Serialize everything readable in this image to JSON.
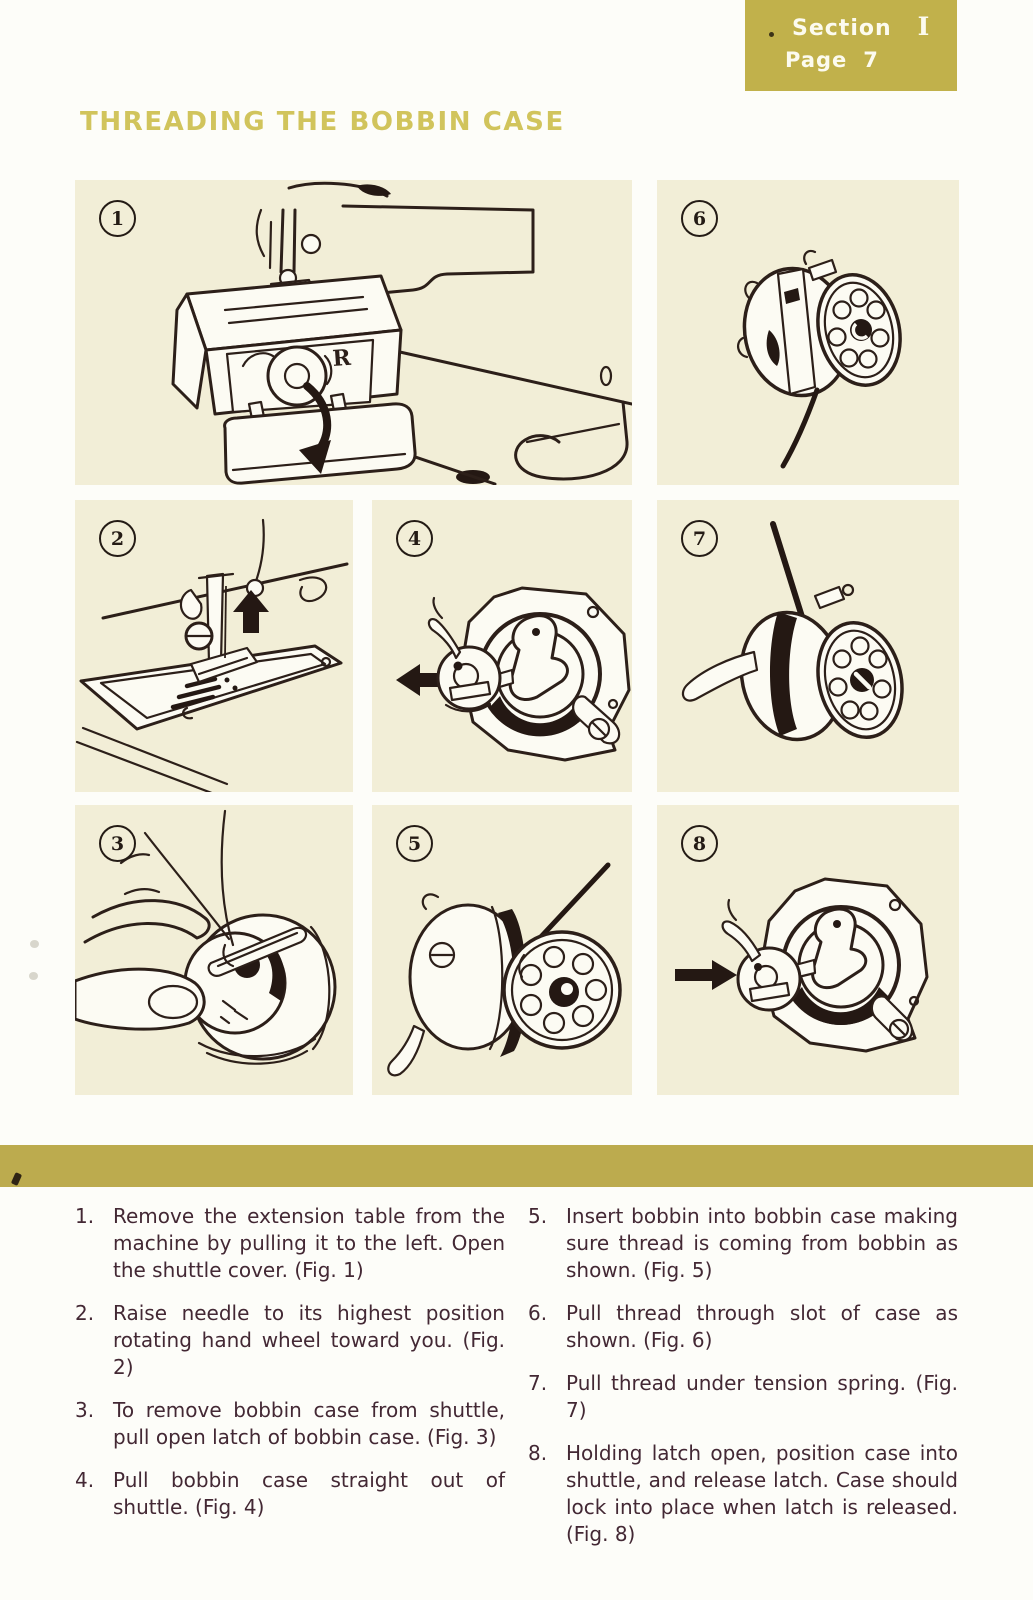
{
  "colors": {
    "page_bg": "#fdfdf9",
    "panel_bg": "#f2eed7",
    "divider_gold": "#bcab4e",
    "badge_gold": "#c1b14b",
    "title_yellow": "#d1c45c",
    "body_text": "#432834",
    "illustration_ink": "#2c1f19"
  },
  "header_badge": {
    "section_word": "Section",
    "section_numeral": "I",
    "page_word": "Page",
    "page_number": "7"
  },
  "page_title": "THREADING THE BOBBIN CASE",
  "figures": [
    {
      "number": "1",
      "name": "machine-open-shuttle-cover-illustration",
      "inner_label": "R"
    },
    {
      "number": "2",
      "name": "raise-needle-arrow-up-illustration"
    },
    {
      "number": "3",
      "name": "fingers-open-latch-illustration"
    },
    {
      "number": "4",
      "name": "pull-case-from-shuttle-arrow-left-illustration"
    },
    {
      "number": "5",
      "name": "bobbin-inserted-in-case-illustration"
    },
    {
      "number": "6",
      "name": "thread-through-slot-illustration"
    },
    {
      "number": "7",
      "name": "thread-under-tension-spring-illustration"
    },
    {
      "number": "8",
      "name": "case-into-shuttle-arrow-right-illustration"
    }
  ],
  "instructions": {
    "left": [
      {
        "num": "1.",
        "text": "Remove the extension table from the machine by pulling it to the left. Open the shuttle cover. (Fig. 1)"
      },
      {
        "num": "2.",
        "text": "Raise needle to its highest position rotating hand wheel toward you. (Fig. 2)"
      },
      {
        "num": "3.",
        "text": "To remove bobbin case from shuttle, pull open latch of bobbin case. (Fig. 3)"
      },
      {
        "num": "4.",
        "text": "Pull bobbin case straight out of shuttle. (Fig. 4)"
      }
    ],
    "right": [
      {
        "num": "5.",
        "text": "Insert bobbin into bobbin case making sure thread is coming from bobbin as shown. (Fig. 5)"
      },
      {
        "num": "6.",
        "text": "Pull thread through slot of case as shown. (Fig. 6)"
      },
      {
        "num": "7.",
        "text": "Pull thread under tension spring. (Fig. 7)"
      },
      {
        "num": "8.",
        "text": "Holding latch open, position case into shuttle, and release latch. Case should lock into place when latch is released. (Fig. 8)"
      }
    ]
  }
}
